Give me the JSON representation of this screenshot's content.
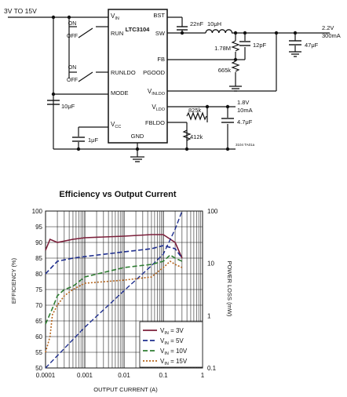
{
  "schematic": {
    "input_label": "3V TO 15V",
    "chip_name": "LTC3104",
    "pins": {
      "vin_base": "V",
      "vin_sub": "IN",
      "bst": "BST",
      "run": "RUN",
      "sw": "SW",
      "fb": "FB",
      "runldo": "RUNLDO",
      "pgood": "PGOOD",
      "mode": "MODE",
      "vinldo_base": "V",
      "vinldo_sub": "INLDO",
      "vldo_base": "V",
      "vldo_sub": "LDO",
      "vcc_base": "V",
      "vcc_sub": "CC",
      "fbldo": "FBLDO",
      "gnd": "GND"
    },
    "switch_labels": {
      "on1": "ON",
      "off1": "OFF",
      "on2": "ON",
      "off2": "OFF"
    },
    "components": {
      "c_bst": "22nF",
      "l1": "10μH",
      "r_fb1": "1.78M",
      "c_ff": "12pF",
      "c_out": "47μF",
      "r_fb2": "665k",
      "c_in": "10μF",
      "c_vcc": "1μF",
      "r_ldo1": "825k",
      "r_ldo2": "412k",
      "c_ldo": "4.7μF"
    },
    "output_main": {
      "voltage": "2.2V",
      "current": "300mA"
    },
    "output_ldo": {
      "voltage": "1.8V",
      "current": "10mA"
    },
    "figure_code": "3104 TA01a"
  },
  "chart_data": {
    "type": "line",
    "title": "Efficiency vs Output Current",
    "xlabel": "OUTPUT CURRENT (A)",
    "ylabel": "EFFICIENCY (%)",
    "y2label": "POWER LOSS (mW)",
    "xscale": "log",
    "xlim": [
      0.0001,
      1
    ],
    "ylim": [
      50,
      100
    ],
    "y2scale": "log",
    "y2lim": [
      0.1,
      100
    ],
    "xticks": [
      "0.0001",
      "0.001",
      "0.01",
      "0.1",
      "1"
    ],
    "yticks": [
      "50",
      "55",
      "60",
      "65",
      "70",
      "75",
      "80",
      "85",
      "90",
      "95",
      "100"
    ],
    "y2ticks": [
      "0.1",
      "1",
      "10",
      "100"
    ],
    "grid": true,
    "legend_position": "bottom-right",
    "series": [
      {
        "name": "V_IN = 3V",
        "legend_base": "V",
        "legend_sub": "IN",
        "legend_rest": " = 3V",
        "color": "#7b1f3a",
        "dash": "solid",
        "efficiency": [
          [
            0.0001,
            87.5
          ],
          [
            0.00013,
            91
          ],
          [
            0.0002,
            90
          ],
          [
            0.0005,
            91
          ],
          [
            0.001,
            91.5
          ],
          [
            0.01,
            92
          ],
          [
            0.05,
            92.5
          ],
          [
            0.1,
            92.5
          ],
          [
            0.2,
            90
          ],
          [
            0.3,
            85
          ]
        ]
      },
      {
        "name": "V_IN = 5V",
        "legend_base": "V",
        "legend_sub": "IN",
        "legend_rest": " = 5V",
        "color": "#1f2f8f",
        "dash": "dash",
        "efficiency": [
          [
            0.0001,
            80
          ],
          [
            0.0002,
            84
          ],
          [
            0.0005,
            85
          ],
          [
            0.001,
            85.5
          ],
          [
            0.01,
            87
          ],
          [
            0.05,
            88
          ],
          [
            0.1,
            89
          ],
          [
            0.2,
            88
          ],
          [
            0.3,
            85
          ]
        ],
        "power_loss": [
          [
            0.0001,
            0.1
          ],
          [
            0.001,
            0.6
          ],
          [
            0.01,
            3
          ],
          [
            0.05,
            9
          ],
          [
            0.1,
            15
          ],
          [
            0.2,
            45
          ],
          [
            0.3,
            100
          ]
        ]
      },
      {
        "name": "V_IN = 10V",
        "legend_base": "V",
        "legend_sub": "IN",
        "legend_rest": " = 10V",
        "color": "#2e7d32",
        "dash": "dash",
        "efficiency": [
          [
            0.0001,
            64
          ],
          [
            0.00015,
            69
          ],
          [
            0.0002,
            73
          ],
          [
            0.0003,
            75
          ],
          [
            0.0005,
            76
          ],
          [
            0.001,
            79
          ],
          [
            0.01,
            82
          ],
          [
            0.05,
            83
          ],
          [
            0.1,
            84
          ],
          [
            0.15,
            86
          ],
          [
            0.2,
            85
          ],
          [
            0.3,
            84
          ]
        ]
      },
      {
        "name": "V_IN = 15V",
        "legend_base": "V",
        "legend_sub": "IN",
        "legend_rest": " = 15V",
        "color": "#b5651d",
        "dash": "dot",
        "efficiency": [
          [
            0.0001,
            55
          ],
          [
            0.00013,
            60
          ],
          [
            0.00015,
            67
          ],
          [
            0.0002,
            70
          ],
          [
            0.0003,
            73
          ],
          [
            0.0005,
            75
          ],
          [
            0.001,
            77
          ],
          [
            0.01,
            78
          ],
          [
            0.05,
            79
          ],
          [
            0.1,
            82
          ],
          [
            0.15,
            84
          ],
          [
            0.2,
            83
          ],
          [
            0.3,
            82
          ]
        ]
      }
    ]
  }
}
